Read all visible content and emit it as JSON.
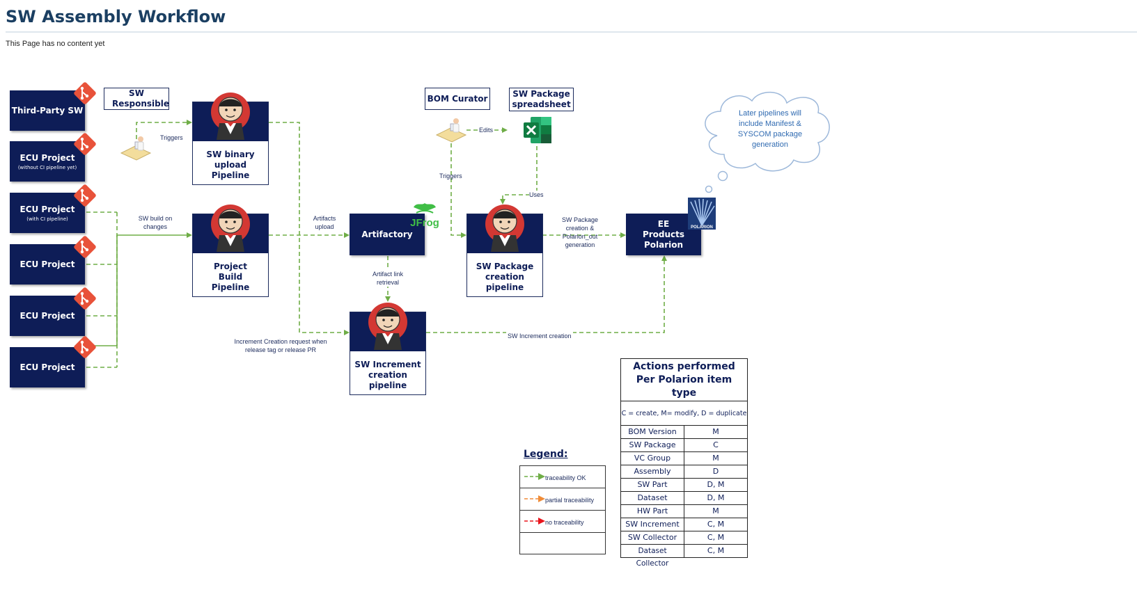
{
  "page": {
    "title": "SW Assembly Workflow",
    "note": "This Page has no content yet"
  },
  "sources": [
    {
      "label": "Third-Party SW",
      "sub": ""
    },
    {
      "label": "ECU Project",
      "sub": "(without CI pipeline yet)"
    },
    {
      "label": "ECU Project",
      "sub": "(with CI pipeline)"
    },
    {
      "label": "ECU Project",
      "sub": ""
    },
    {
      "label": "ECU Project",
      "sub": ""
    },
    {
      "label": "ECU Project",
      "sub": ""
    }
  ],
  "roles": {
    "sw_responsible": "SW Responsible",
    "bom_curator": "BOM Curator",
    "sw_package_spreadsheet": "SW Package spreadsheet"
  },
  "pipelines": {
    "sw_binary_upload": "SW binary upload Pipeline",
    "project_build": "Project Build Pipeline",
    "sw_package_creation": "SW Package creation pipeline",
    "sw_increment_creation": "SW Increment creation pipeline"
  },
  "systems": {
    "artifactory": "Artifactory",
    "ee_products_polarion": "EE Products Polarion",
    "jfrog_logo": "JFrog",
    "polarion_logo": "POLARION"
  },
  "edge_labels": {
    "triggers_1": "Triggers",
    "sw_build": "SW build on changes",
    "artifacts_upload": "Artifacts upload",
    "edits": "Edits",
    "triggers_2": "Triggers",
    "uses": "Uses",
    "sw_package_creation": "SW Package creation & Polarion_out generation",
    "artifact_link": "Artifact link retrieval",
    "increment_request": "Increment Creation request when release tag or release PR",
    "sw_increment_creation": "SW Increment creation"
  },
  "cloud_note": "Later pipelines will include Manifest & SYSCOM package generation",
  "legend": {
    "title": "Legend:",
    "items": [
      {
        "label": "traceability OK",
        "color": "#6fad47"
      },
      {
        "label": "partial traceability",
        "color": "#f08c38"
      },
      {
        "label": "no traceability",
        "color": "#e8141c"
      }
    ]
  },
  "actions_table": {
    "title": "Actions performed Per Polarion item type",
    "subtitle": "C = create, M= modify, D = duplicate",
    "rows": [
      {
        "item": "BOM Version",
        "action": "M"
      },
      {
        "item": "SW Package",
        "action": "C"
      },
      {
        "item": "VC Group",
        "action": "M"
      },
      {
        "item": "Assembly",
        "action": "D"
      },
      {
        "item": "SW Part",
        "action": "D, M"
      },
      {
        "item": "Dataset",
        "action": "D, M"
      },
      {
        "item": "HW Part",
        "action": "M"
      },
      {
        "item": "SW Increment",
        "action": "C, M"
      },
      {
        "item": "SW Collector",
        "action": "C, M"
      },
      {
        "item": "Dataset Collector",
        "action": "C, M"
      }
    ]
  },
  "colors": {
    "navy": "#0e1d57",
    "git_red": "#e8523a",
    "arrow_green": "#6fad47",
    "jenkins_red": "#d33833"
  },
  "icons": [
    "git-icon",
    "jenkins-icon",
    "user-workstation-icon",
    "excel-icon",
    "jfrog-icon",
    "polarion-icon"
  ]
}
